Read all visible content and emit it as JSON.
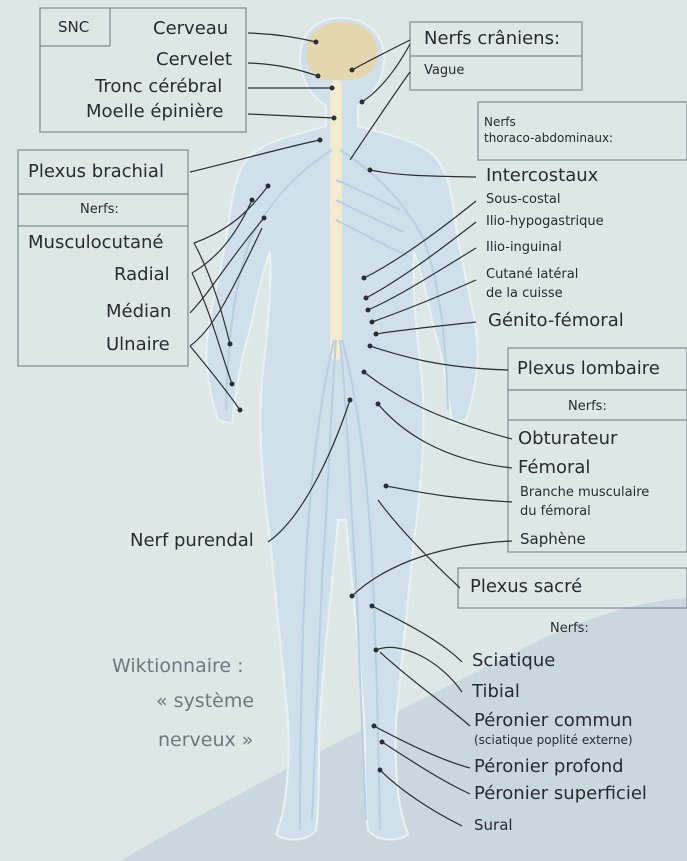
{
  "snc": {
    "heading": "SNC",
    "items": [
      "Cerveau",
      "Cervelet",
      "Tronc cérébral",
      "Moelle épinière"
    ]
  },
  "cranial": {
    "heading": "Nerfs crâniens:",
    "items": [
      "Vague"
    ]
  },
  "thoraco": {
    "heading_line1": "Nerfs",
    "heading_line2": "thoraco-abdominaux:",
    "items": [
      "Intercostaux",
      "Sous-costal",
      "Ilio-hypogastrique",
      "Ilio-inguinal",
      "Cutané latéral",
      "de la cuisse",
      "Génito-fémoral"
    ]
  },
  "brachial": {
    "heading": "Plexus brachial",
    "sub": "Nerfs:",
    "items": [
      "Musculocutané",
      "Radial",
      "Médian",
      "Ulnaire"
    ]
  },
  "lombaire": {
    "heading": "Plexus lombaire",
    "sub": "Nerfs:",
    "items": [
      "Obturateur",
      "Fémoral",
      "Branche musculaire",
      "du fémoral",
      "Saphène"
    ]
  },
  "purendal": "Nerf purendal",
  "sacre": {
    "heading": "Plexus sacré",
    "sub": "Nerfs:",
    "items": [
      "Sciatique",
      "Tibial",
      "Péronier commun",
      "(sciatique poplité externe)",
      "Péronier profond",
      "Péronier superficiel",
      "Sural"
    ]
  },
  "caption": [
    "Wiktionnaire :",
    "« système",
    "nerveux »"
  ],
  "colors": {
    "background": "#dde7e6",
    "lower_right_shade": "#c8d8dc",
    "body_fill": "#cfe0ea",
    "body_outline": "#e9f1f4",
    "nerve": "#b9cfe0",
    "spine": "#f3ead0",
    "leader_line": "#2b2f33",
    "panel_border": "#7f8a90",
    "brain": "#e6d6a8"
  }
}
